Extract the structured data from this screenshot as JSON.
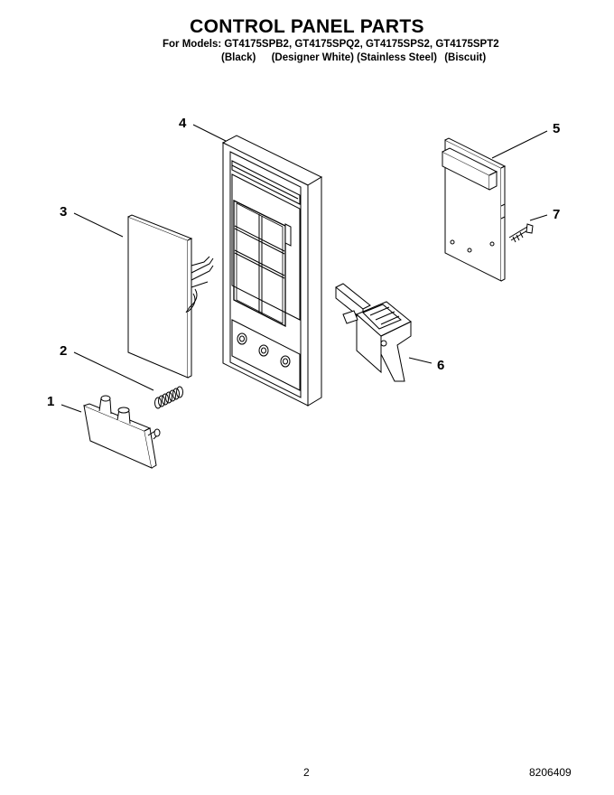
{
  "header": {
    "title": "CONTROL PANEL PARTS",
    "models_line": "For Models: GT4175SPB2, GT4175SPQ2, GT4175SPS2, GT4175SPT2",
    "variants": [
      "(Black)",
      "(Designer White)",
      "(Stainless Steel)",
      "(Biscuit)"
    ]
  },
  "callouts": [
    "1",
    "2",
    "3",
    "4",
    "5",
    "6",
    "7"
  ],
  "footer": {
    "page_number": "2",
    "document_number": "8206409"
  }
}
